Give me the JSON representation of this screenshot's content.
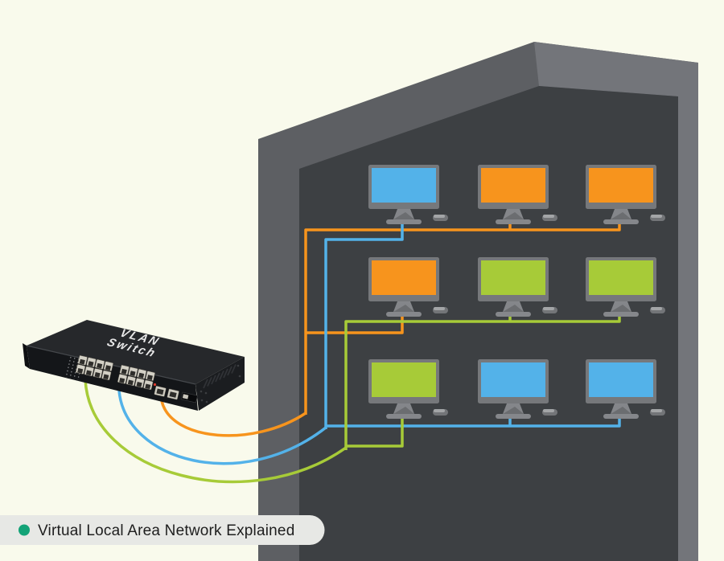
{
  "caption": {
    "text": "Virtual Local Area Network Explained"
  },
  "switch": {
    "label_line1": "VLAN",
    "label_line2": "Switch",
    "rj45_ports": 16,
    "uplink_ports": 2,
    "sfp_slots": 1
  },
  "building": {
    "monitors_grid": [
      [
        "blue",
        "orange",
        "orange"
      ],
      [
        "orange",
        "green",
        "green"
      ],
      [
        "green",
        "blue",
        "blue"
      ]
    ]
  },
  "vlans": [
    {
      "color": "orange",
      "members": [
        "r1c2",
        "r1c3",
        "r2c1"
      ]
    },
    {
      "color": "blue",
      "members": [
        "r1c1",
        "r3c2",
        "r3c3"
      ]
    },
    {
      "color": "green",
      "members": [
        "r2c2",
        "r2c3",
        "r3c1"
      ]
    }
  ],
  "colors": {
    "background": "#F9FAEC",
    "building_shadow": "#5D5F63",
    "building_rim": "#73757A",
    "building_wall": "#3D4043",
    "orange": "#F7941D",
    "blue": "#53B2E9",
    "green": "#A7CB38",
    "label_bg": "#E7E8E5",
    "label_dot": "#13A377",
    "label_text": "#1E1E1E",
    "monitor_frame": "#76787B",
    "monitor_stand": "#84868A",
    "switch_top": "#26282B",
    "switch_front": "#141619",
    "switch_side": "#1B1D20",
    "switch_text": "#E9E9E9"
  }
}
